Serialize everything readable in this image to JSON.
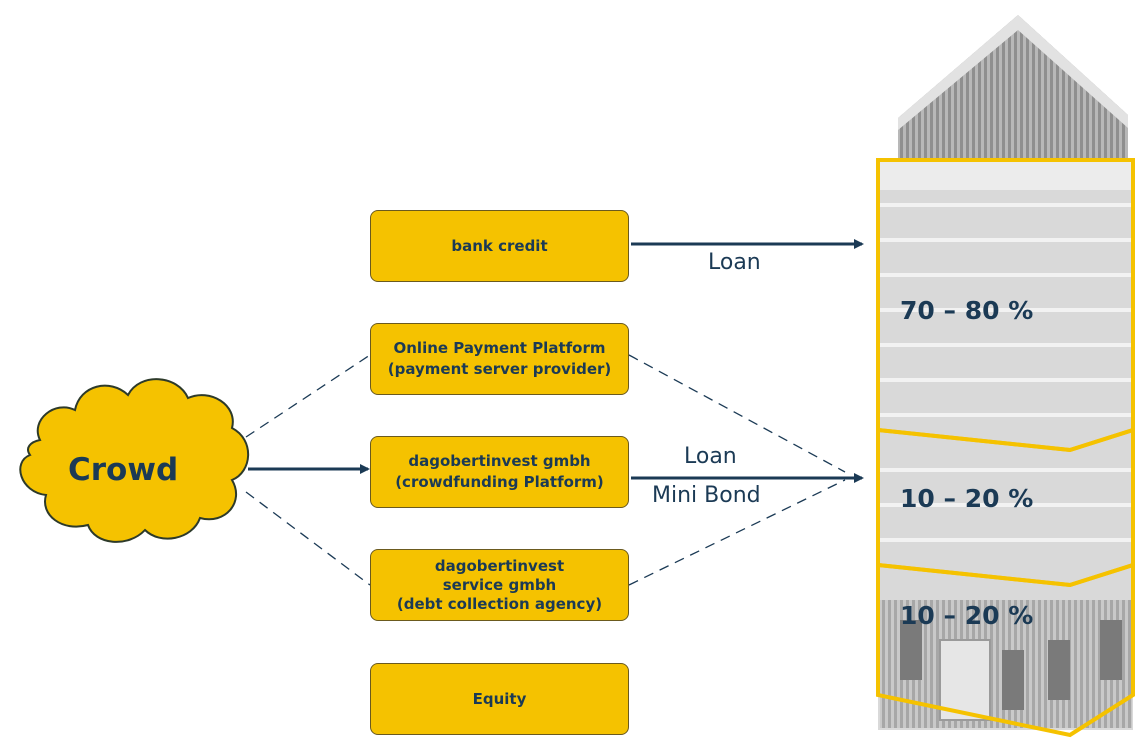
{
  "crowd": {
    "label": "Crowd"
  },
  "boxes": {
    "bank_credit": "bank credit",
    "online_payment": [
      "Online Payment Platform",
      "(payment server provider)"
    ],
    "dagobert_gmbh": [
      "dagobertinvest gmbh",
      "(crowdfunding Platform)"
    ],
    "service_gmbh": [
      "dagobertinvest",
      "service gmbh",
      "(debt collection agency)"
    ],
    "equity": "Equity"
  },
  "arrow_labels": {
    "bank_loan": "Loan",
    "crowd_loan": "Loan",
    "mini_bond": "Mini Bond"
  },
  "building": {
    "top_share": "70 – 80 %",
    "middle_share": "10 – 20 %",
    "bottom_share": "10 – 20 %"
  },
  "colors": {
    "box_fill": "#f5c200",
    "text": "#1b3a55",
    "arrow": "#1b3a55",
    "building_outline": "#f5c200"
  }
}
